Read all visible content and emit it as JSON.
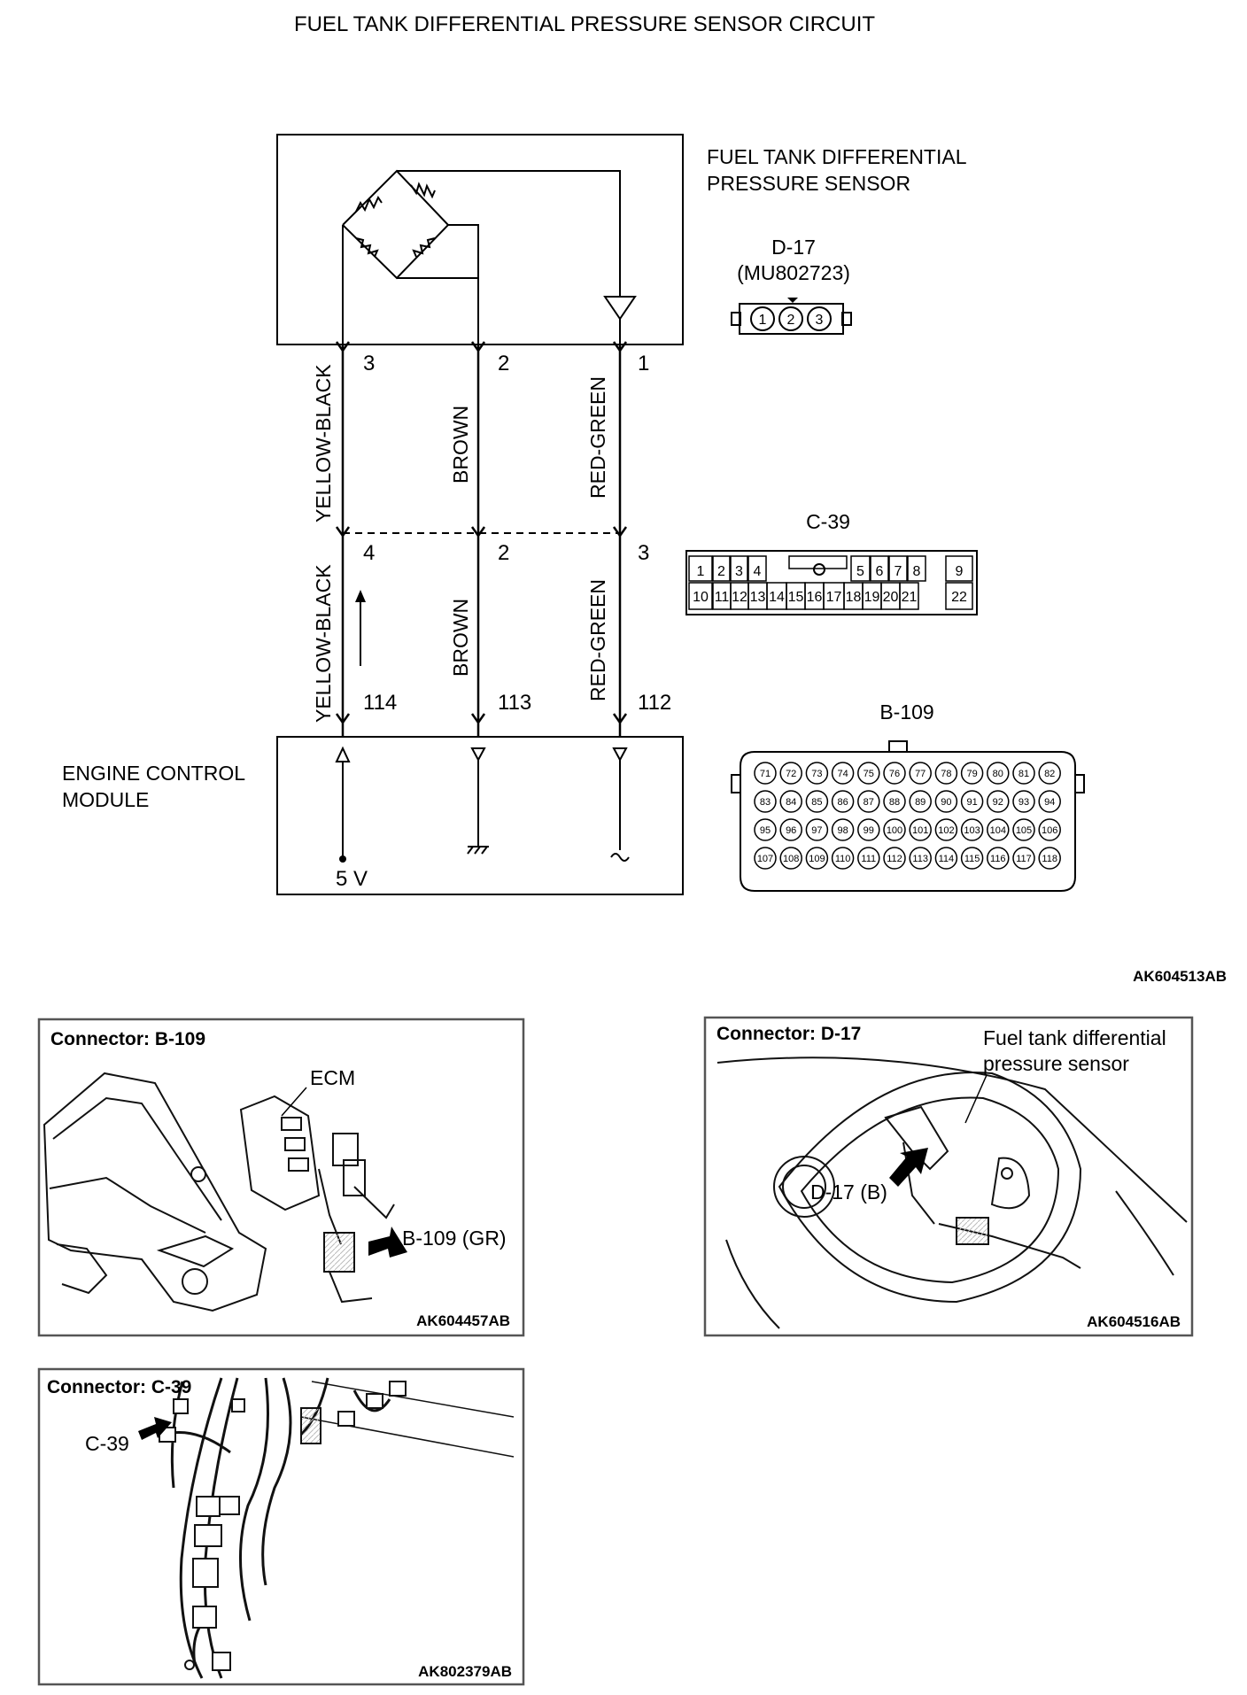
{
  "title": "FUEL TANK DIFFERENTIAL PRESSURE SENSOR CIRCUIT",
  "sensor": {
    "label_line1": "FUEL TANK DIFFERENTIAL",
    "label_line2": "PRESSURE SENSOR",
    "connector_id": "D-17",
    "connector_part": "(MU802723)",
    "connector_pins": [
      "1",
      "2",
      "3"
    ]
  },
  "wires": [
    {
      "sensor_pin": "3",
      "color_upper": "YELLOW-BLACK",
      "c39_pin": "4",
      "color_lower": "YELLOW-BLACK",
      "ecm_pin": "114",
      "ecm_symbol": "5 V"
    },
    {
      "sensor_pin": "2",
      "color_upper": "BROWN",
      "c39_pin": "2",
      "color_lower": "BROWN",
      "ecm_pin": "113"
    },
    {
      "sensor_pin": "1",
      "color_upper": "RED-GREEN",
      "c39_pin": "3",
      "color_lower": "RED-GREEN",
      "ecm_pin": "112"
    }
  ],
  "c39": {
    "label": "C-39",
    "row1": [
      "1",
      "2",
      "3",
      "4",
      "5",
      "6",
      "7",
      "8",
      "9"
    ],
    "row2": [
      "10",
      "11",
      "12",
      "13",
      "14",
      "15",
      "16",
      "17",
      "18",
      "19",
      "20",
      "21",
      "22"
    ]
  },
  "ecm": {
    "label_line1": "ENGINE CONTROL",
    "label_line2": "MODULE"
  },
  "b109": {
    "label": "B-109",
    "rows": [
      [
        "71",
        "72",
        "73",
        "74",
        "75",
        "76",
        "77",
        "78",
        "79",
        "80",
        "81",
        "82"
      ],
      [
        "83",
        "84",
        "85",
        "86",
        "87",
        "88",
        "89",
        "90",
        "91",
        "92",
        "93",
        "94"
      ],
      [
        "95",
        "96",
        "97",
        "98",
        "99",
        "100",
        "101",
        "102",
        "103",
        "104",
        "105",
        "106"
      ],
      [
        "107",
        "108",
        "109",
        "110",
        "111",
        "112",
        "113",
        "114",
        "115",
        "116",
        "117",
        "118"
      ]
    ]
  },
  "diagram_ref": "AK604513AB",
  "panels": {
    "b109": {
      "title": "Connector: B-109",
      "ecm_label": "ECM",
      "callout": "B-109 (GR)",
      "ref": "AK604457AB"
    },
    "d17": {
      "title": "Connector: D-17",
      "label_line1": "Fuel tank differential",
      "label_line2": "pressure sensor",
      "callout": "D-17 (B)",
      "ref": "AK604516AB"
    },
    "c39": {
      "title": "Connector: C-39",
      "callout": "C-39",
      "ref": "AK802379AB"
    }
  }
}
